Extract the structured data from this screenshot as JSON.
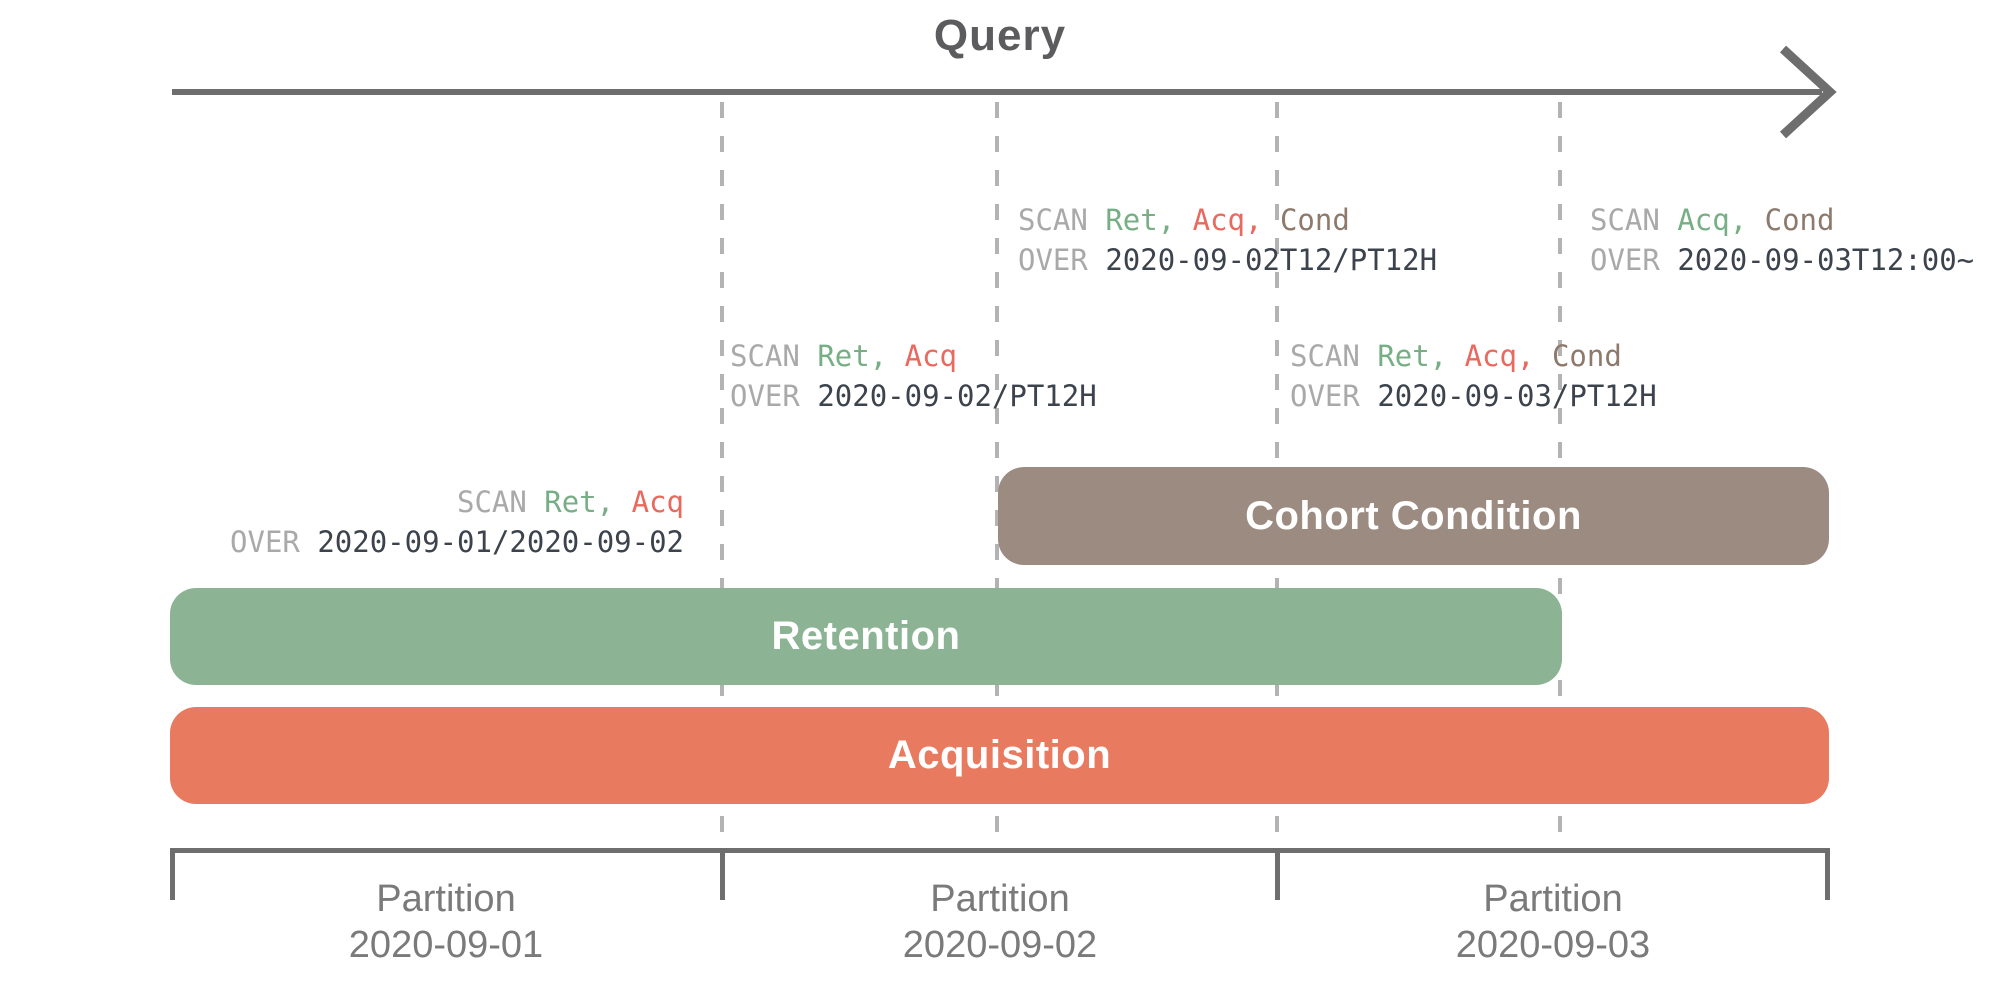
{
  "title": "Query",
  "colors": {
    "title": "#5c5c5e",
    "axis": "#6e6e6e",
    "dash": "#b3b3b3",
    "plabel": "#7a7a7a",
    "kw": "#a9a9a9",
    "green": "#77ae85",
    "red": "#e8695d",
    "brown": "#8d7a6c",
    "val": "#3c434d",
    "bar_text": "#ffffff",
    "bar_cohort": "#9c8b81",
    "bar_retention": "#8cb494",
    "bar_acquisition": "#e87a60"
  },
  "annotations": [
    {
      "name": "scan-partition-09-01",
      "lines": [
        [
          {
            "t": "SCAN ",
            "c": "kw"
          },
          {
            "t": "Ret, ",
            "c": "green"
          },
          {
            "t": "Acq",
            "c": "red"
          }
        ],
        [
          {
            "t": "OVER ",
            "c": "kw"
          },
          {
            "t": "2020-09-01/2020-09-02",
            "c": "val"
          }
        ]
      ]
    },
    {
      "name": "scan-09-02-first-half",
      "lines": [
        [
          {
            "t": "SCAN ",
            "c": "kw"
          },
          {
            "t": "Ret, ",
            "c": "green"
          },
          {
            "t": "Acq",
            "c": "red"
          }
        ],
        [
          {
            "t": "OVER ",
            "c": "kw"
          },
          {
            "t": "2020-09-02/PT12H",
            "c": "val"
          }
        ]
      ]
    },
    {
      "name": "scan-09-02-second-half",
      "lines": [
        [
          {
            "t": "SCAN ",
            "c": "kw"
          },
          {
            "t": "Ret, ",
            "c": "green"
          },
          {
            "t": "Acq, ",
            "c": "red"
          },
          {
            "t": "Cond",
            "c": "brown"
          }
        ],
        [
          {
            "t": "OVER ",
            "c": "kw"
          },
          {
            "t": "2020-09-02T12/PT12H",
            "c": "val"
          }
        ]
      ]
    },
    {
      "name": "scan-09-03-first-half",
      "lines": [
        [
          {
            "t": "SCAN ",
            "c": "kw"
          },
          {
            "t": "Ret, ",
            "c": "green"
          },
          {
            "t": "Acq, ",
            "c": "red"
          },
          {
            "t": "Cond",
            "c": "brown"
          }
        ],
        [
          {
            "t": "OVER ",
            "c": "kw"
          },
          {
            "t": "2020-09-03/PT12H",
            "c": "val"
          }
        ]
      ]
    },
    {
      "name": "scan-09-03-second-half",
      "lines": [
        [
          {
            "t": "SCAN ",
            "c": "kw"
          },
          {
            "t": "Acq, ",
            "c": "green"
          },
          {
            "t": "Cond",
            "c": "brown"
          }
        ],
        [
          {
            "t": "OVER ",
            "c": "kw"
          },
          {
            "t": "2020-09-03T12:00~",
            "c": "val"
          }
        ]
      ]
    }
  ],
  "bars": [
    {
      "label": "Cohort Condition"
    },
    {
      "label": "Retention"
    },
    {
      "label": "Acquisition"
    }
  ],
  "partitions": [
    {
      "line1": "Partition",
      "line2": "2020-09-01"
    },
    {
      "line1": "Partition",
      "line2": "2020-09-02"
    },
    {
      "line1": "Partition",
      "line2": "2020-09-03"
    }
  ]
}
